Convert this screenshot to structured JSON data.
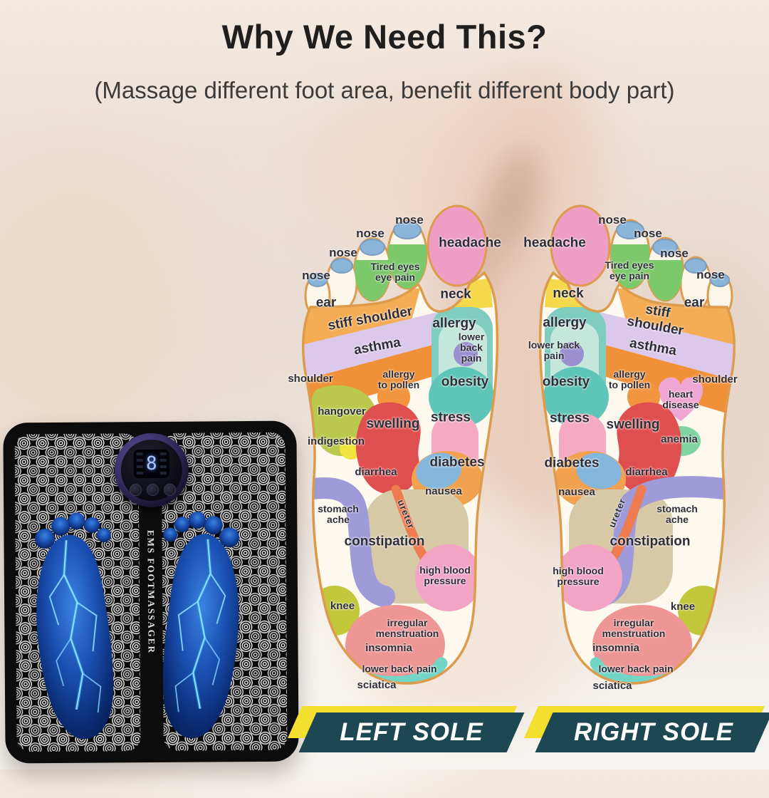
{
  "header": {
    "title": "Why We Need This?",
    "subtitle": "(Massage different foot area, benefit different body part)"
  },
  "banners": {
    "left": "LEFT SOLE",
    "right": "RIGHT SOLE"
  },
  "product": {
    "brand": "EMS FOOTMASSAGER",
    "display_value": "8"
  },
  "colors": {
    "foot_outline": "#dd9b4d",
    "banner_teal": "#1d4752",
    "banner_yellow": "#f2df2e",
    "headache": "#ee9dc4",
    "neck": "#f6d94a",
    "nose": "#8ab4d8",
    "tired_eyes": "#7cc96b",
    "ear": "#f5ad55",
    "stiff_shoulder": "#dcc8ea",
    "asthma": "#f0913a",
    "allergy": "#7ecdbf",
    "obesity": "#5fc5b8",
    "hangover": "#bac94e",
    "swelling": "#e04f4f",
    "stress": "#f3aac2",
    "diabetes": "#85b7dd",
    "stomach_band": "#9f9ad8",
    "constipation": "#d7c9a6",
    "ureter": "#ee7c50",
    "high_blood_pressure": "#f2a4c4",
    "knee": "#c2c73b",
    "menstruation": "#ee9595",
    "lower_back_band": "#72d6c6",
    "heart_disease": "#f0a6d4",
    "anemia": "#7fd49f"
  },
  "feet": {
    "left": {
      "labels": {
        "nose_a": "nose",
        "nose_b": "nose",
        "nose_c": "nose",
        "nose_d": "nose",
        "tired_eyes": "Tired eyes\neye pain",
        "headache": "headache",
        "neck": "neck",
        "ear": "ear",
        "stiff_shoulder": "stiff shoulder",
        "asthma": "asthma",
        "allergy": "allergy",
        "lower_back_pain_upper": "lower back\npain",
        "shoulder": "shoulder",
        "allergy_to_pollen": "allergy\nto pollen",
        "obesity": "obesity",
        "hangover": "hangover",
        "swelling": "swelling",
        "indigestion": "indigestion",
        "stress": "stress",
        "diabetes": "diabetes",
        "diarrhea": "diarrhea",
        "nausea": "nausea",
        "stomach_ache": "stomach\nache",
        "ureter": "ureter",
        "constipation": "constipation",
        "high_blood_pressure": "high blood\npressure",
        "knee": "knee",
        "irregular_menstruation": "irregular\nmenstruation",
        "insomnia": "insomnia",
        "lower_back_pain_lower": "lower back pain",
        "sciatica": "sciatica"
      }
    },
    "right": {
      "labels": {
        "nose_a": "nose",
        "nose_b": "nose",
        "nose_c": "nose",
        "nose_d": "nose",
        "tired_eyes": "Tired eyes\neye pain",
        "headache": "headache",
        "neck": "neck",
        "ear": "ear",
        "stiff_shoulder": "stiff shoulder",
        "asthma": "asthma",
        "allergy": "allergy",
        "lower_back_pain_upper": "lower back\npain",
        "shoulder": "shoulder",
        "allergy_to_pollen": "allergy\nto pollen",
        "obesity": "obesity",
        "heart_disease": "heart\ndisease",
        "anemia": "anemia",
        "swelling": "swelling",
        "stress": "stress",
        "diabetes": "diabetes",
        "diarrhea": "diarrhea",
        "nausea": "nausea",
        "stomach_ache": "stomach\nache",
        "ureter": "ureter",
        "constipation": "constipation",
        "high_blood_pressure": "high blood\npressure",
        "knee": "knee",
        "irregular_menstruation": "irregular\nmenstruation",
        "insomnia": "insomnia",
        "lower_back_pain_lower": "lower back pain",
        "sciatica": "sciatica"
      }
    }
  }
}
